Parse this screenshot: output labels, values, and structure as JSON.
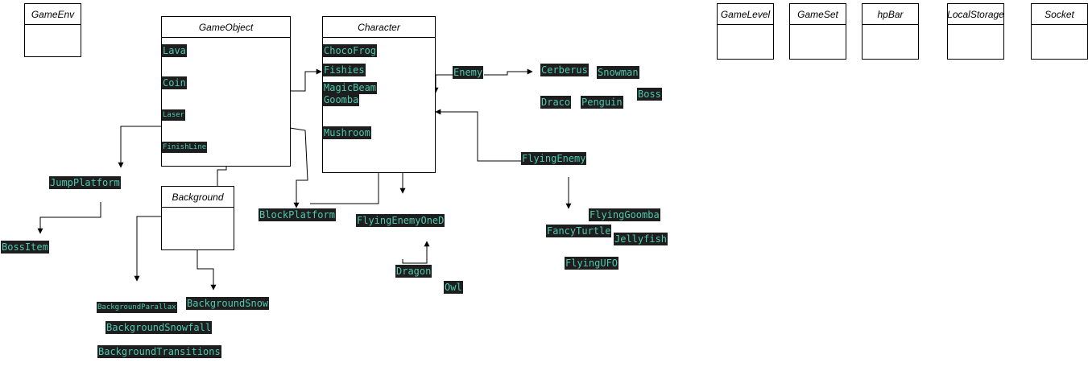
{
  "classes": {
    "game_env": "GameEnv",
    "game_object": "GameObject",
    "character": "Character",
    "background": "Background",
    "game_level": "GameLevel",
    "game_set": "GameSet",
    "hp_bar": "hpBar",
    "local_storage": "LocalStorage",
    "socket": "Socket"
  },
  "labels": {
    "lava": "Lava",
    "coin": "Coin",
    "laser": "Laser",
    "finish_line": "FinishLine",
    "choco_frog": "ChocoFrog",
    "fishies": "Fishies",
    "magic_beam": "MagicBeam",
    "goomba": "Goomba",
    "mushroom": "Mushroom",
    "enemy": "Enemy",
    "cerberus": "Cerberus",
    "snowman": "Snowman",
    "boss": "Boss",
    "draco": "Draco",
    "penguin": "Penguin",
    "flying_enemy": "FlyingEnemy",
    "flying_goomba": "FlyingGoomba",
    "fancy_turtle": "FancyTurtle",
    "jellyfish": "Jellyfish",
    "flying_ufo": "FlyingUFO",
    "jump_platform": "JumpPlatform",
    "boss_item": "BossItem",
    "block_platform": "BlockPlatform",
    "flying_enemy_one_d": "FlyingEnemyOneD",
    "dragon": "Dragon",
    "owl": "Owl",
    "background_parallax": "BackgroundParallax",
    "background_snow": "BackgroundSnow",
    "background_snowfall": "BackgroundSnowfall",
    "background_transitions": "BackgroundTransitions"
  },
  "colors": {
    "label_bg": "#1e1e1e",
    "label_text": "#4ec9b0",
    "line": "#000000"
  }
}
